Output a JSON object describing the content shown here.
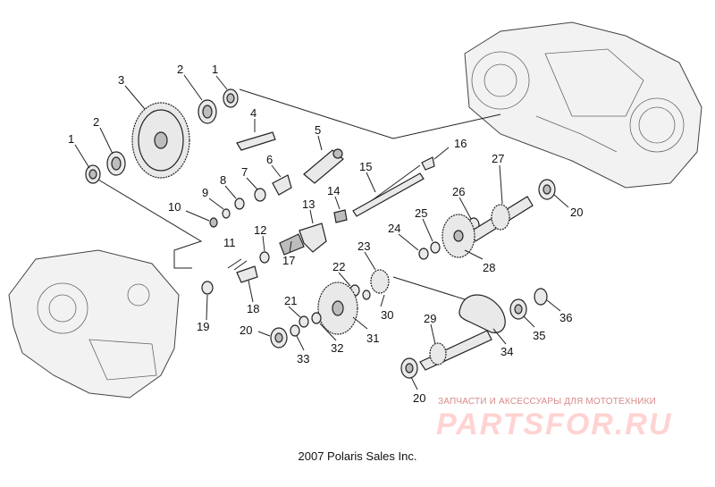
{
  "callouts": [
    "1",
    "2",
    "3",
    "2",
    "1",
    "4",
    "5",
    "6",
    "7",
    "8",
    "9",
    "10",
    "11",
    "12",
    "13",
    "14",
    "15",
    "16",
    "17",
    "18",
    "19",
    "20",
    "21",
    "22",
    "23",
    "24",
    "25",
    "26",
    "27",
    "20",
    "28",
    "29",
    "30",
    "31",
    "32",
    "33",
    "34",
    "35",
    "36",
    "20"
  ],
  "footer": "2007 Polaris Sales Inc.",
  "watermark": {
    "tagline": "ЗАПЧАСТИ И АКСЕССУАРЫ ДЛЯ МОТОТЕХНИКИ",
    "brand": "PARTSFOR.RU"
  },
  "colors": {
    "ink": "#111111",
    "watermark": "#f4a6a6"
  }
}
